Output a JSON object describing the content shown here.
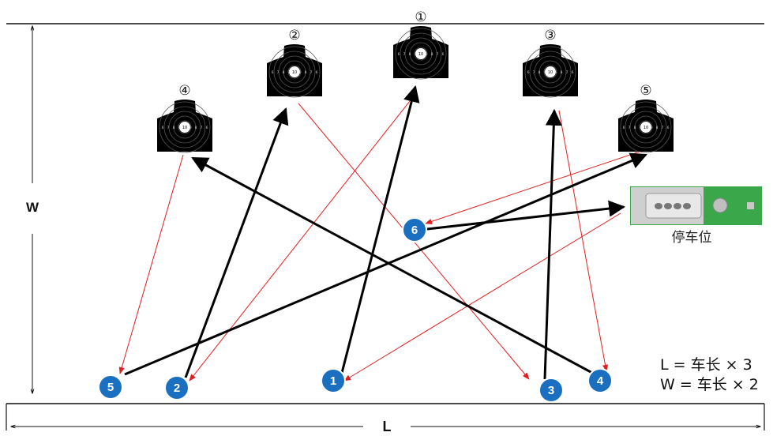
{
  "dimensions": {
    "width_label": "W",
    "length_label": "L"
  },
  "formulas": {
    "line1": "L = 车长 × 3",
    "line2": "W = 车长 × 2"
  },
  "car": {
    "label": "停车位"
  },
  "colors": {
    "shot_arrow": "#000000",
    "move_arrow": "#e02020",
    "badge": "#1a6fc0",
    "target": "#000000"
  },
  "targets": [
    {
      "id": "t1",
      "label": "①",
      "rings": [
        "6",
        "7",
        "8",
        "9",
        "10",
        "9",
        "8",
        "7",
        "6"
      ]
    },
    {
      "id": "t2",
      "label": "②",
      "rings": [
        "6",
        "7",
        "8",
        "9",
        "10",
        "9",
        "8",
        "7",
        "6"
      ]
    },
    {
      "id": "t3",
      "label": "③",
      "rings": [
        "6",
        "7",
        "8",
        "9",
        "10",
        "9",
        "8",
        "7",
        "6"
      ]
    },
    {
      "id": "t4",
      "label": "④",
      "rings": [
        "6",
        "7",
        "8",
        "9",
        "10",
        "9",
        "8",
        "7",
        "6"
      ]
    },
    {
      "id": "t5",
      "label": "⑤",
      "rings": [
        "6",
        "7",
        "8",
        "9",
        "10",
        "9",
        "8",
        "7",
        "6"
      ]
    }
  ],
  "positions": [
    {
      "id": "p1",
      "number": "1"
    },
    {
      "id": "p2",
      "number": "2"
    },
    {
      "id": "p3",
      "number": "3"
    },
    {
      "id": "p4",
      "number": "4"
    },
    {
      "id": "p5",
      "number": "5"
    },
    {
      "id": "p6",
      "number": "6"
    }
  ],
  "shots": [
    {
      "from": "p1",
      "to": "t1"
    },
    {
      "from": "p2",
      "to": "t2"
    },
    {
      "from": "p3",
      "to": "t3"
    },
    {
      "from": "p4",
      "to": "t4"
    },
    {
      "from": "p5",
      "to": "t5"
    },
    {
      "from": "p6",
      "to": "car"
    }
  ],
  "moves": [
    {
      "from": "t4",
      "to": "p5"
    },
    {
      "from": "t1",
      "to": "p2"
    },
    {
      "from": "t2",
      "to": "p3"
    },
    {
      "from": "t3",
      "to": "p4"
    },
    {
      "from": "t5",
      "to": "p6"
    },
    {
      "from": "car",
      "to": "p1"
    }
  ]
}
